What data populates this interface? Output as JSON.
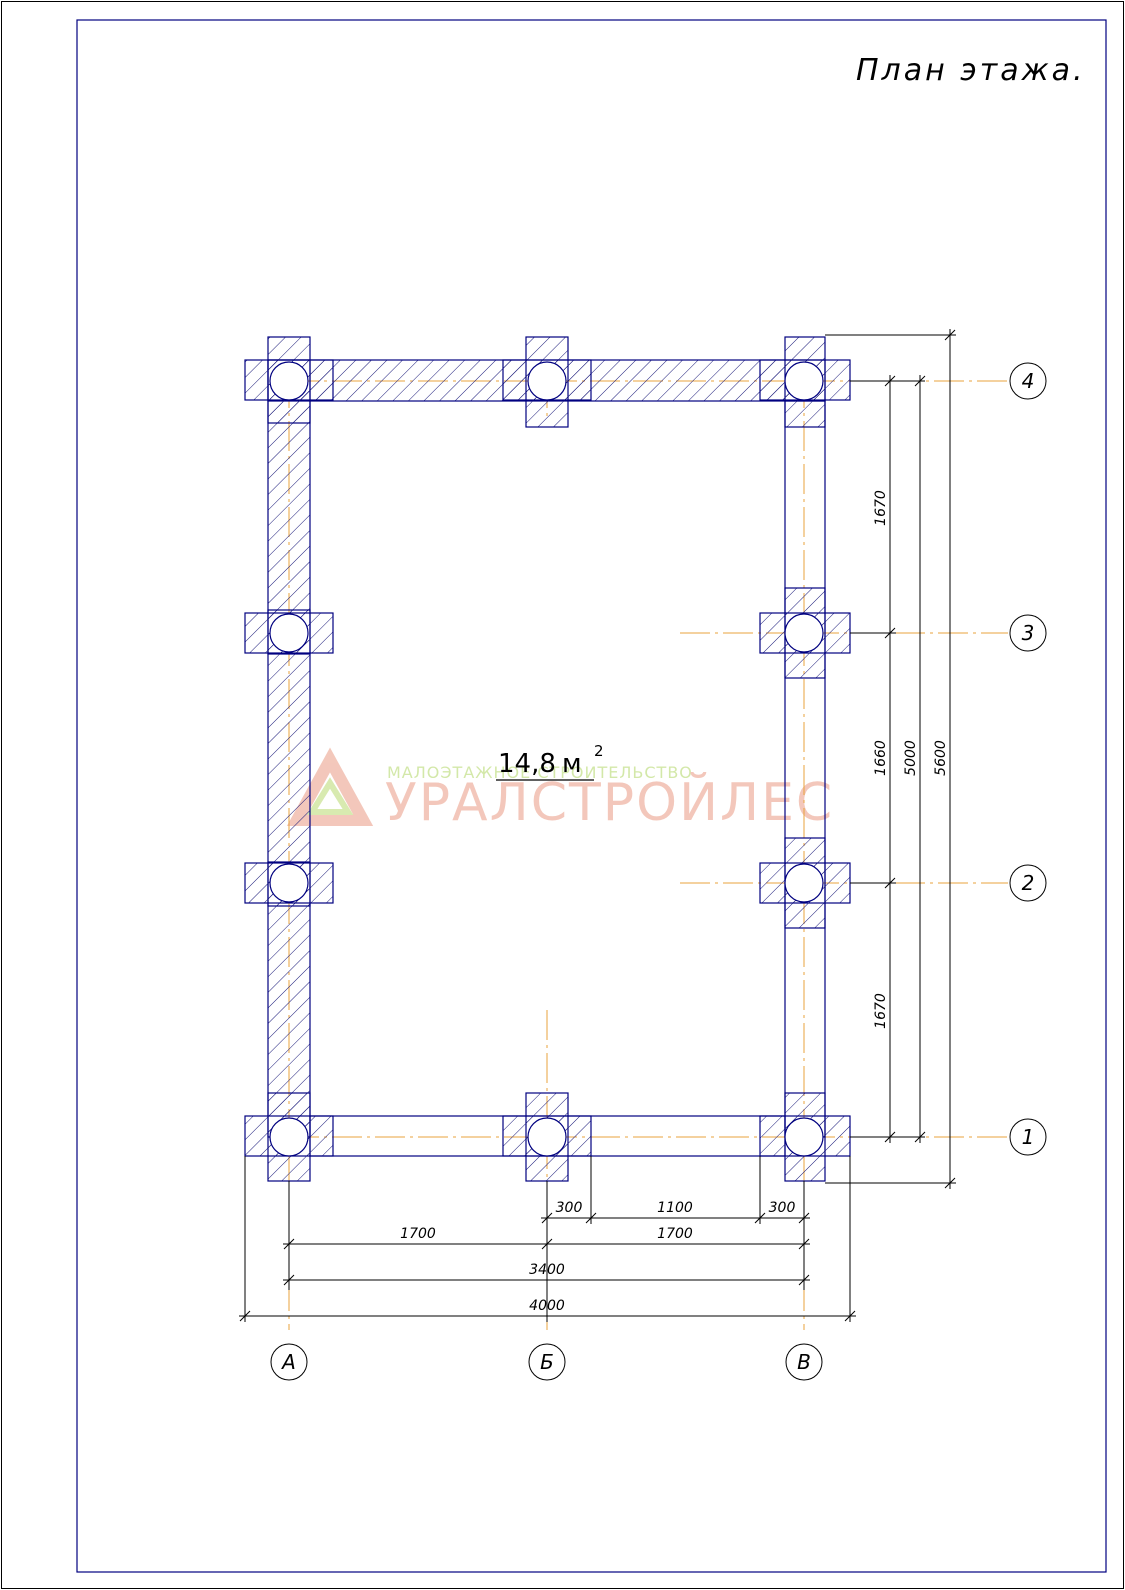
{
  "title": "План этажа.",
  "room_area": {
    "value": "14,8",
    "unit": "м",
    "exponent": "2"
  },
  "watermark": {
    "tagline": "МАЛОЭТАЖНОЕ СТРОИТЕЛЬСТВО",
    "brand": "УРАЛСТРОЙЛЕС"
  },
  "axes": {
    "vertical": [
      "А",
      "Б",
      "В"
    ],
    "horizontal": [
      "1",
      "2",
      "3",
      "4"
    ]
  },
  "dimensions": {
    "right": {
      "seg_4_3": "1670",
      "seg_3_2": "1660",
      "seg_2_1": "1670",
      "axes_total": "5000",
      "overall": "5600"
    },
    "bottom": {
      "chain_1": "300",
      "chain_2": "1100",
      "chain_3": "300",
      "a_b": "1700",
      "b_v": "1700",
      "axes_total": "3400",
      "overall": "4000"
    }
  },
  "colors": {
    "frame": "#000080",
    "wall_line": "#000080",
    "hatch": "#1a1a7a",
    "axis_line": "#e8a33c",
    "dim_line": "#000000"
  }
}
